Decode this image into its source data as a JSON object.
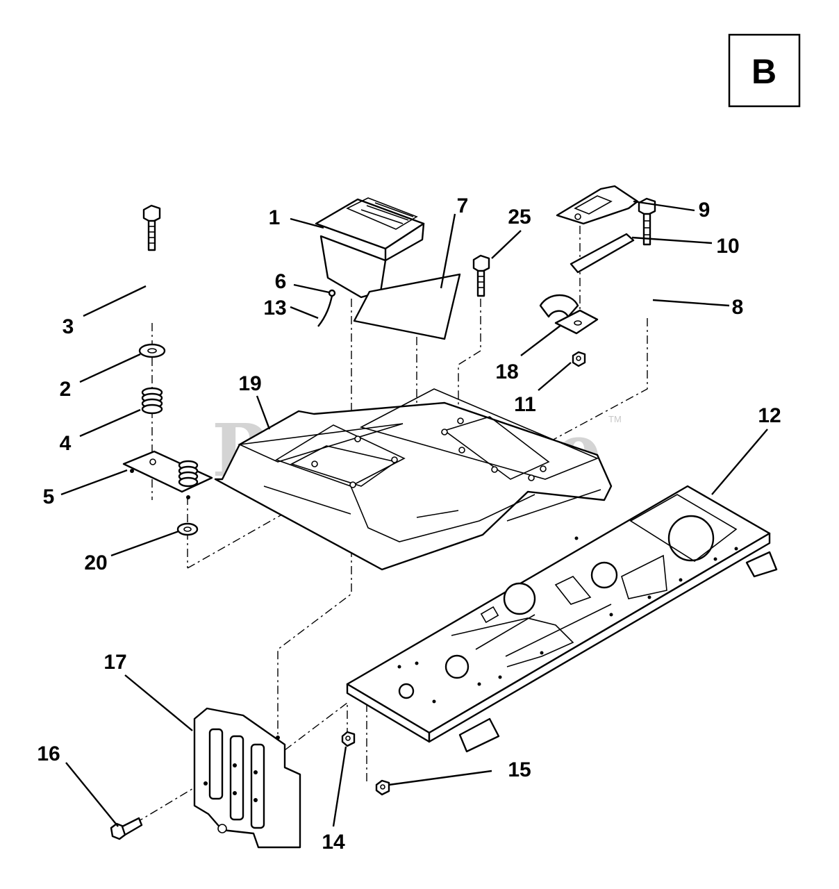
{
  "section_label": "B",
  "watermark": {
    "text": "PartsTree",
    "trademark": "TM"
  },
  "callouts": [
    "1",
    "2",
    "3",
    "4",
    "5",
    "6",
    "7",
    "8",
    "9",
    "10",
    "11",
    "12",
    "13",
    "14",
    "15",
    "16",
    "17",
    "18",
    "19",
    "20",
    "25"
  ]
}
